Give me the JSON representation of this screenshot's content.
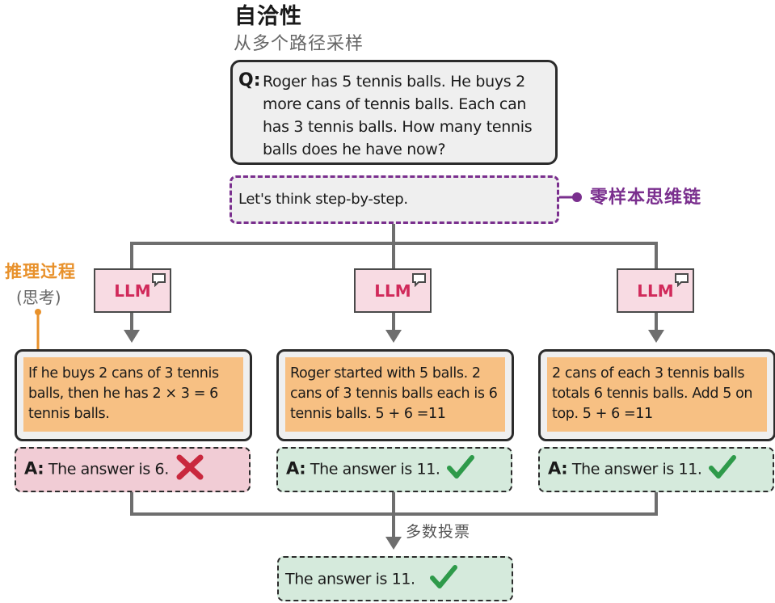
{
  "title": "自洽性",
  "subtitle": "从多个路径采样",
  "question": {
    "label": "Q:",
    "text": "Roger has 5 tennis balls. He buys 2 more cans of tennis balls. Each can has 3 tennis balls. How many tennis balls does he have now?"
  },
  "prompt": {
    "text": "Let's think step-by-step."
  },
  "zero_shot_label": "零样本思维链",
  "reasoning_label": "推理过程",
  "thinking_label": "(思考)",
  "llm_label": "LLM",
  "paths": [
    {
      "reasoning": "If he buys 2 cans of 3 tennis balls, then he has 2 × 3 = 6 tennis balls.",
      "answer_prefix": "A:",
      "answer": "The answer is 6.",
      "verdict": "wrong-x-icon"
    },
    {
      "reasoning": "Roger started with 5 balls. 2 cans of 3 tennis balls each is 6 tennis balls. 5 + 6 =11",
      "answer_prefix": "A:",
      "answer": "The answer is 11.",
      "verdict": "checkmark-icon"
    },
    {
      "reasoning": "2 cans of each 3 tennis balls totals 6 tennis balls. Add 5 on top. 5 + 6 =11",
      "answer_prefix": "A:",
      "answer": "The answer is 11.",
      "verdict": "checkmark-icon"
    }
  ],
  "vote_label": "多数投票",
  "final_answer": "The answer is 11.",
  "colors": {
    "zero_shot": "#7a2f8e",
    "reasoning": "#e8912b",
    "llm_text": "#d12a5b",
    "llm_bg": "#f8dbe3",
    "reasoning_bg": "#f7c083",
    "wrong_bg": "#f1ccd5",
    "correct_bg": "#d5eadc",
    "check": "#2e9a4a",
    "cross": "#c9283e",
    "connector": "#6e6e6e"
  }
}
